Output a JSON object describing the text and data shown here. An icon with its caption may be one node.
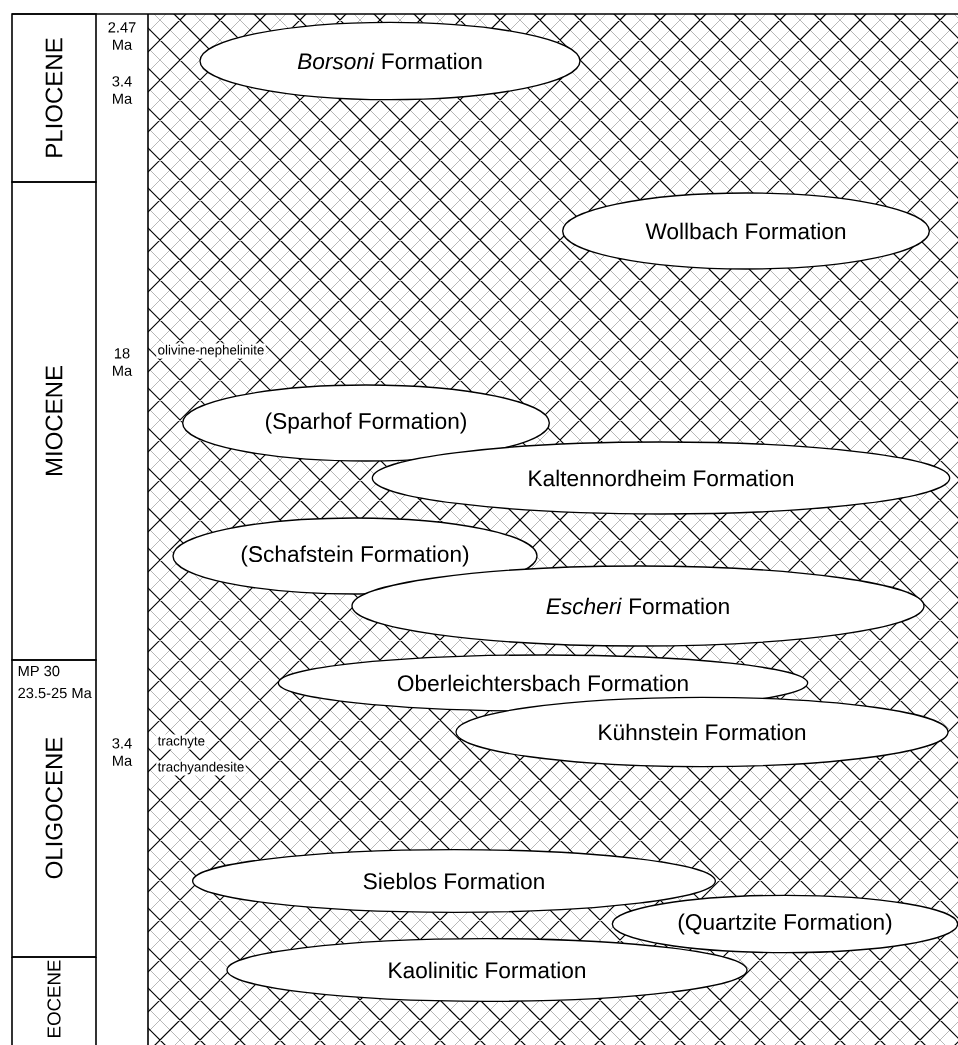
{
  "diagram": {
    "nodes": [
      {
        "text": [
          "*Borsoni* Formation"
        ]
      },
      {
        "text": [
          "Wollbach Formation"
        ]
      },
      {
        "text": [
          "(Sparhof Formation)"
        ]
      },
      {
        "text": [
          "Kaltennordheim Formation"
        ]
      },
      {
        "text": [
          "(Schafstein Formation)"
        ]
      },
      {
        "text": [
          "*Escheri* Formation"
        ]
      },
      {
        "text": [
          "Oberleichtersbach Formation"
        ]
      },
      {
        "text": [
          "Kühnstein Formation"
        ]
      },
      {
        "text": [
          "Sieblos Formation"
        ]
      },
      {
        "text": [
          "(Quartzite Formation)"
        ]
      },
      {
        "text": [
          "Kaolinitic Formation"
        ]
      }
    ],
    "labels": [
      "PLIOCENE",
      "2.47 Ma",
      "3.4 Ma",
      "MIOCENE",
      "18 Ma",
      "olivine-nephelinite",
      "MP 30",
      "23.5-25 Ma",
      "OLIGOCENE",
      "3.4 Ma",
      "trachyte",
      "trachyandesite",
      "EOCENE"
    ]
  }
}
